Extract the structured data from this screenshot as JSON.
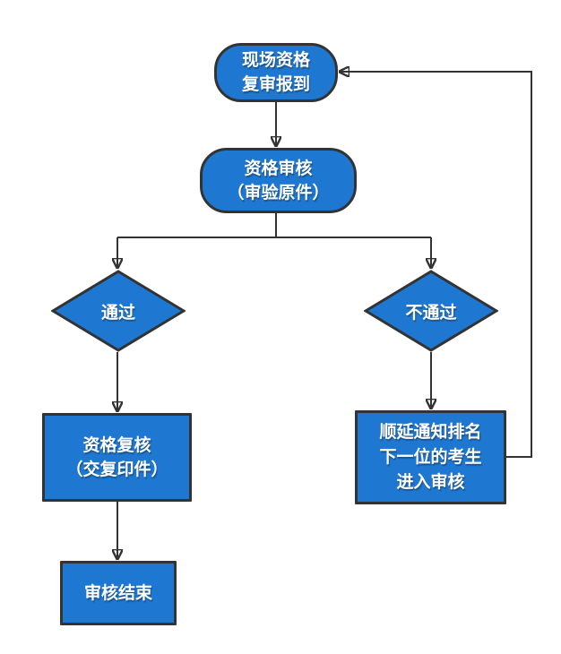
{
  "colors": {
    "shape_fill": "#1E78D2",
    "shape_border": "#333333",
    "connector": "#333333",
    "text": "#FFFFFF",
    "background": "#FFFFFF"
  },
  "nodes": {
    "start": {
      "shape": "rounded",
      "lines": [
        "现场资格",
        "复审报到"
      ]
    },
    "review": {
      "shape": "rounded",
      "lines": [
        "资格审核",
        "（审验原件）"
      ]
    },
    "pass": {
      "shape": "diamond",
      "lines": [
        "通过"
      ]
    },
    "fail": {
      "shape": "diamond",
      "lines": [
        "不通过"
      ]
    },
    "recheck": {
      "shape": "rectangle",
      "lines": [
        "资格复核",
        "（交复印件）"
      ]
    },
    "finish": {
      "shape": "rectangle",
      "lines": [
        "审核结束"
      ]
    },
    "notify": {
      "shape": "rectangle",
      "lines": [
        "顺延通知排名",
        "下一位的考生",
        "进入审核"
      ]
    }
  },
  "edges": [
    {
      "from": "start",
      "to": "review"
    },
    {
      "from": "review",
      "to": "pass"
    },
    {
      "from": "review",
      "to": "fail"
    },
    {
      "from": "pass",
      "to": "recheck"
    },
    {
      "from": "recheck",
      "to": "finish"
    },
    {
      "from": "fail",
      "to": "notify"
    },
    {
      "from": "notify",
      "to": "start"
    }
  ]
}
